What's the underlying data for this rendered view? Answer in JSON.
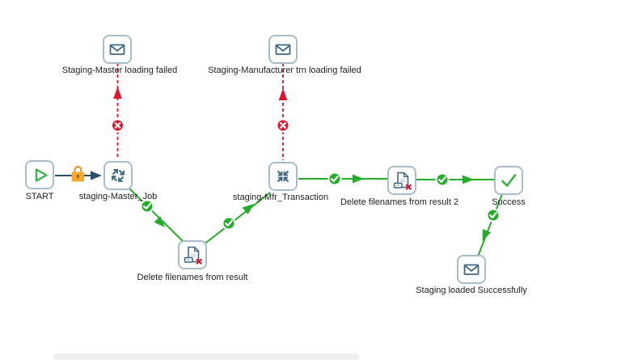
{
  "diagram": {
    "type": "pentaho-job-graph",
    "nodes": [
      {
        "id": "start",
        "label": "START",
        "icon": "start-play-icon"
      },
      {
        "id": "staging-master-job",
        "label": "staging-Master_Job",
        "icon": "job-arrows-out-icon"
      },
      {
        "id": "mail-master-failed",
        "label": "Staging-Master loading failed",
        "icon": "mail-icon"
      },
      {
        "id": "mail-mfr-failed",
        "label": "Staging-Manufacturer trn loading failed",
        "icon": "mail-icon"
      },
      {
        "id": "staging-mfr-transaction",
        "label": "staging-Mfr_Transaction",
        "icon": "transformation-arrows-in-icon"
      },
      {
        "id": "delete-filenames-1",
        "label": "Delete filenames from result",
        "icon": "delete-filenames-icon"
      },
      {
        "id": "delete-filenames-2",
        "label": "Delete filenames from result 2",
        "icon": "delete-filenames-icon"
      },
      {
        "id": "success",
        "label": "Success",
        "icon": "success-check-icon"
      },
      {
        "id": "mail-success",
        "label": "Staging loaded Successfully",
        "icon": "mail-icon"
      }
    ],
    "hops": [
      {
        "from": "START",
        "to": "staging-Master_Job",
        "result": "unconditional",
        "locked": true
      },
      {
        "from": "staging-Master_Job",
        "to": "Staging-Master loading failed",
        "result": "error"
      },
      {
        "from": "staging-Master_Job",
        "to": "Delete filenames from result",
        "result": "success"
      },
      {
        "from": "Delete filenames from result",
        "to": "staging-Mfr_Transaction",
        "result": "success"
      },
      {
        "from": "staging-Mfr_Transaction",
        "to": "Staging-Manufacturer trn loading failed",
        "result": "error"
      },
      {
        "from": "staging-Mfr_Transaction",
        "to": "Delete filenames from result 2",
        "result": "success"
      },
      {
        "from": "Delete filenames from result 2",
        "to": "Success",
        "result": "success"
      },
      {
        "from": "Success",
        "to": "Staging loaded Successfully",
        "result": "success"
      }
    ],
    "colors": {
      "success_hop": "#25ad2a",
      "error_hop": "#e3142d",
      "unconditional_hop": "#2e4d68",
      "node_border": "#a7bdc9",
      "icon_stroke": "#3e6781",
      "lock": "#f6a72f",
      "label_text": "#1f1f1f"
    }
  }
}
